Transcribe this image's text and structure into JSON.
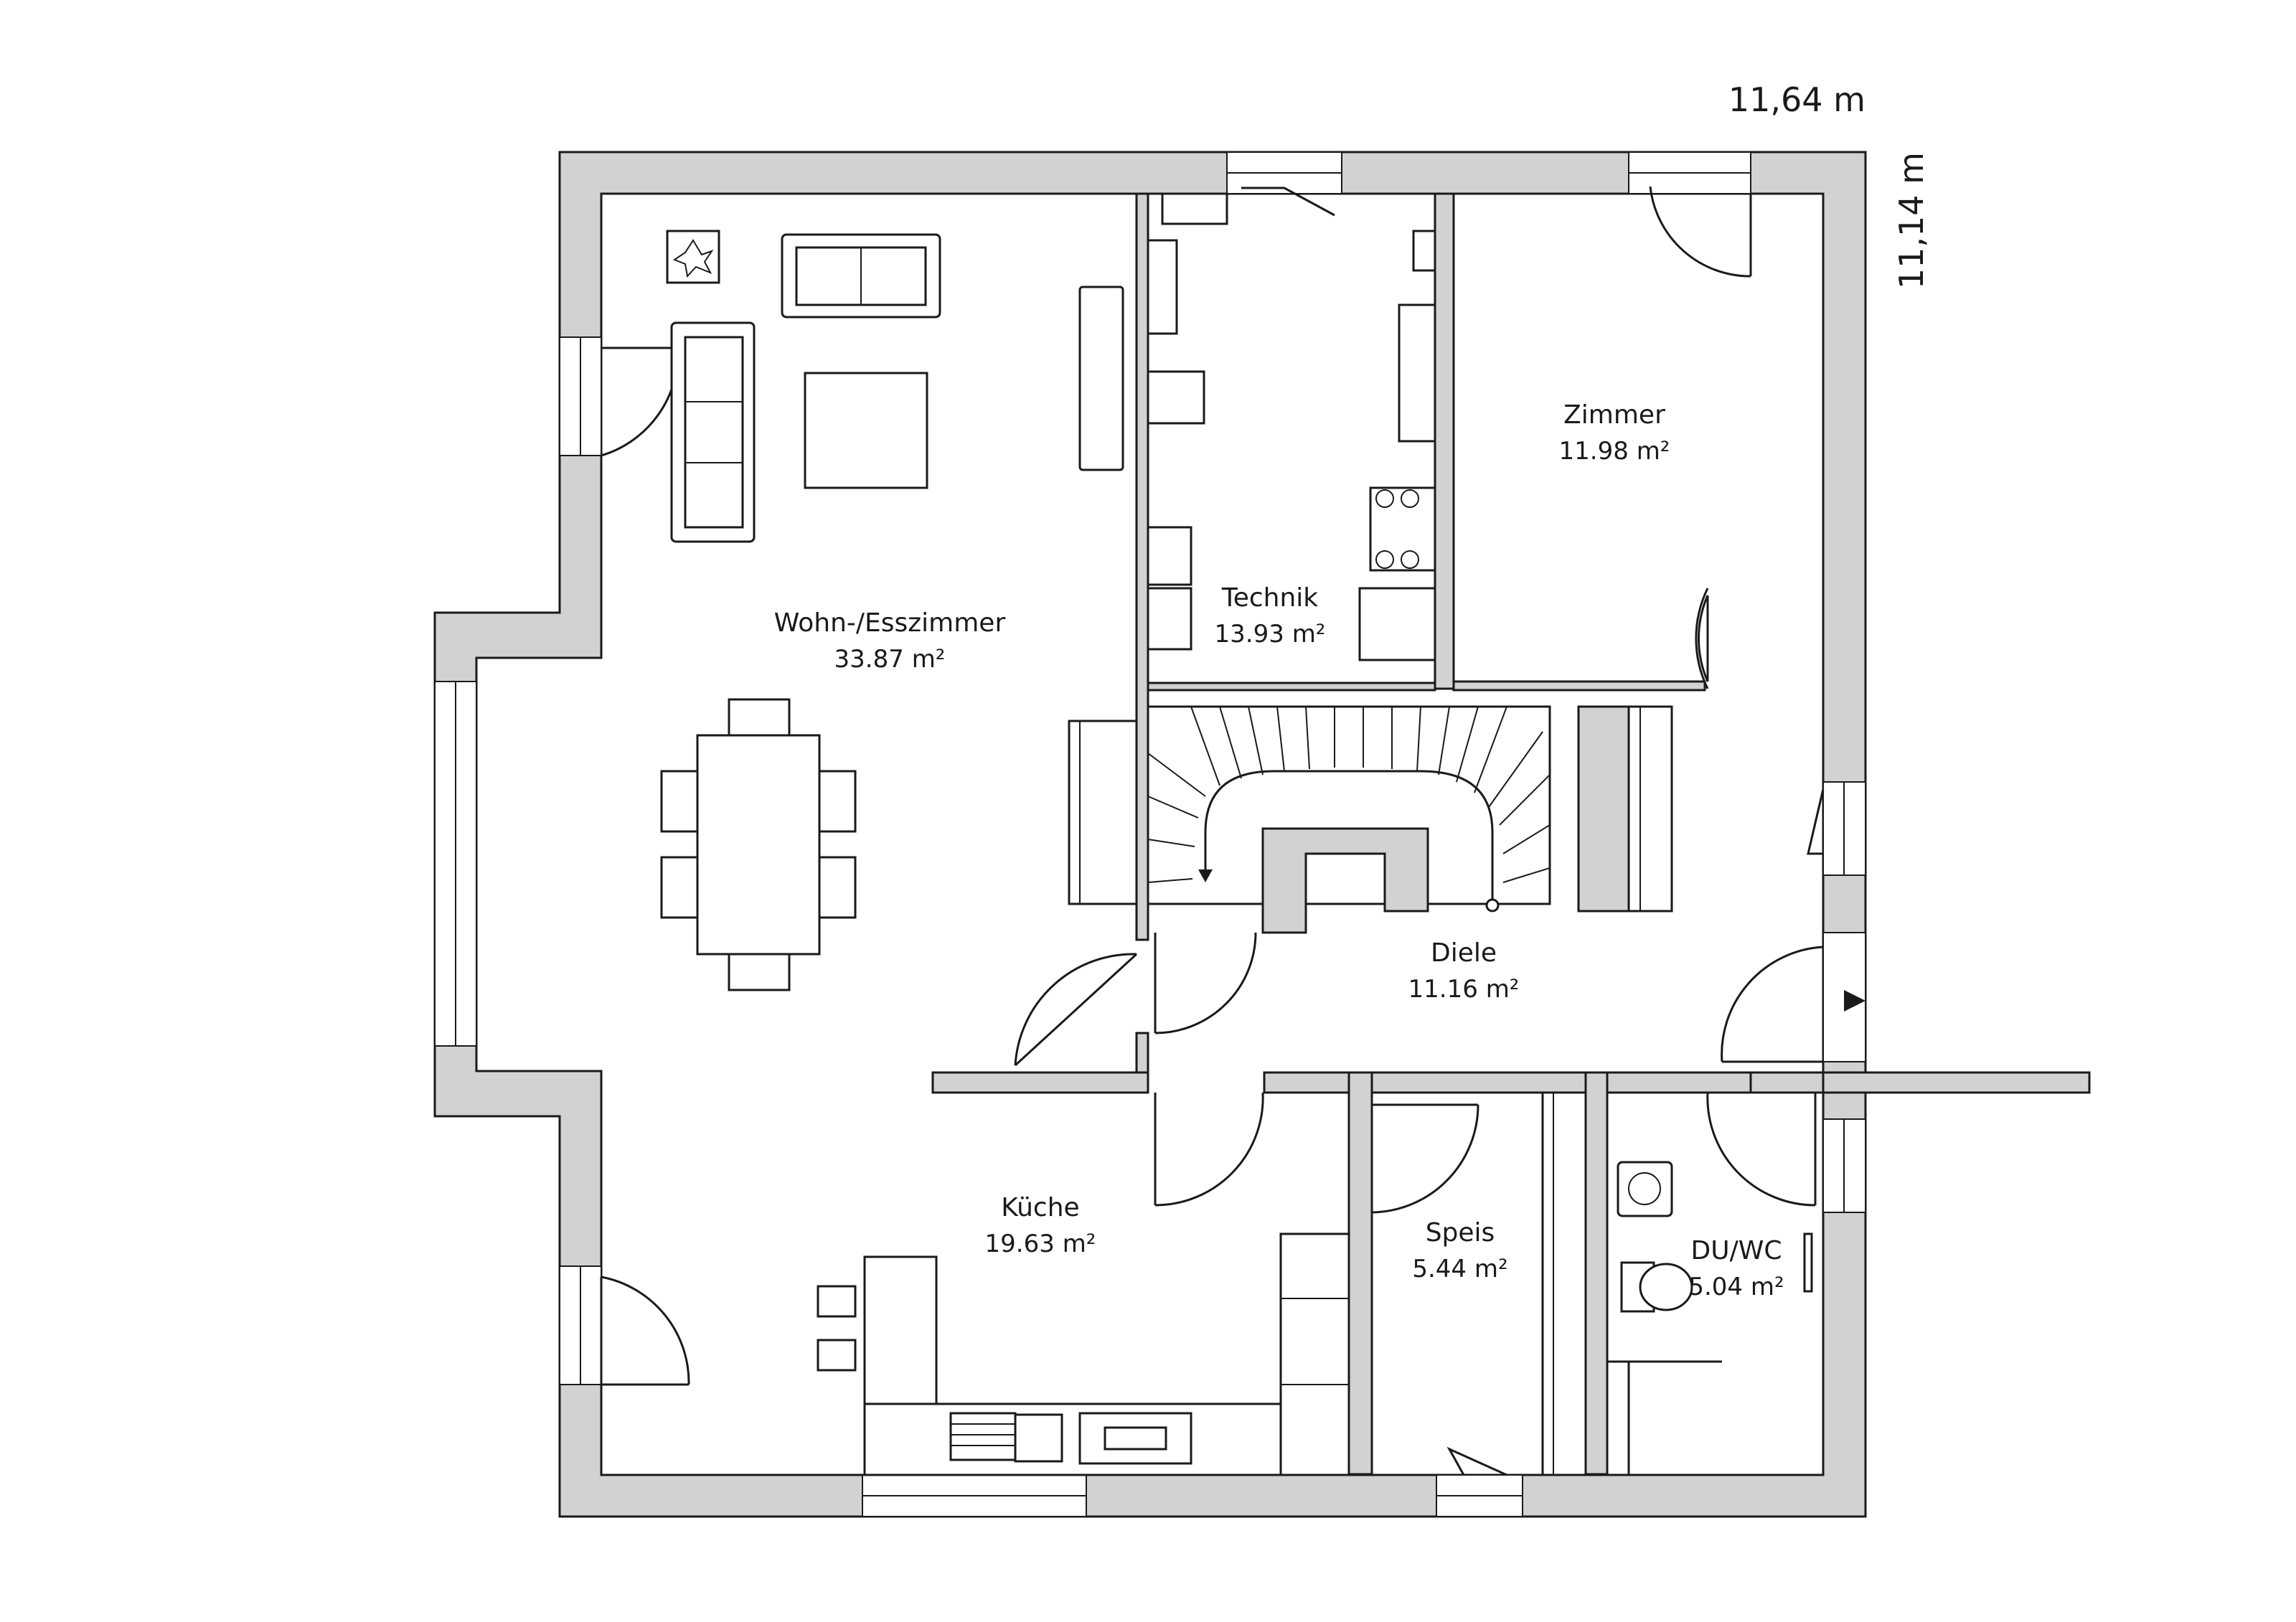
{
  "dimensions": {
    "width": "11,64 m",
    "depth": "11,14 m"
  },
  "rooms": {
    "wohn": {
      "name": "Wohn-/Esszimmer",
      "area": "33.87 m²"
    },
    "technik": {
      "name": "Technik",
      "area": "13.93 m²"
    },
    "zimmer": {
      "name": "Zimmer",
      "area": "11.98 m²"
    },
    "diele": {
      "name": "Diele",
      "area": "11.16 m²"
    },
    "kueche": {
      "name": "Küche",
      "area": "19.63 m²"
    },
    "speis": {
      "name": "Speis",
      "area": "5.44 m²"
    },
    "duwc": {
      "name": "DU/WC",
      "area": "5.04 m²"
    }
  },
  "colors": {
    "wall": "#d1d2d4",
    "line": "#1a1a1a",
    "background": "#ffffff"
  }
}
